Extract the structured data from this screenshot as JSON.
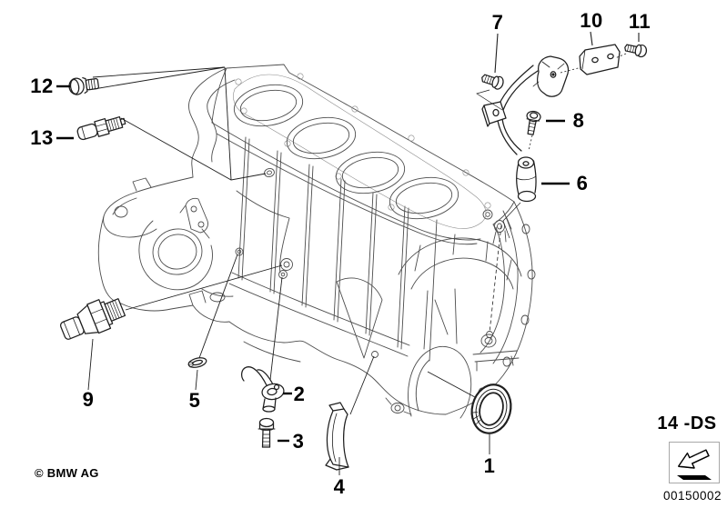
{
  "diagram": {
    "kind": "engine-block-parts-diagram",
    "subject": "Engine block mounting parts / cylinder block attachments"
  },
  "colors": {
    "background": "#ffffff",
    "block_line": "#4d4d4d",
    "gasket_line": "#8a8a8a",
    "part_line": "#1f1f1f",
    "label": "#000000"
  },
  "callouts": {
    "c1": {
      "label": "1"
    },
    "c2": {
      "label": "2"
    },
    "c3": {
      "label": "3"
    },
    "c4": {
      "label": "4"
    },
    "c5": {
      "label": "5"
    },
    "c6": {
      "label": "6"
    },
    "c7": {
      "label": "7"
    },
    "c8": {
      "label": "8"
    },
    "c9": {
      "label": "9"
    },
    "c10": {
      "label": "10"
    },
    "c11": {
      "label": "11"
    },
    "c12": {
      "label": "12"
    },
    "c13": {
      "label": "13"
    }
  },
  "section": {
    "code": "14 -DS"
  },
  "footer": {
    "copyright": "© BMW AG",
    "image_number": "00150002"
  },
  "icons": {
    "nav_arrow": "arrow-down-left-icon"
  }
}
